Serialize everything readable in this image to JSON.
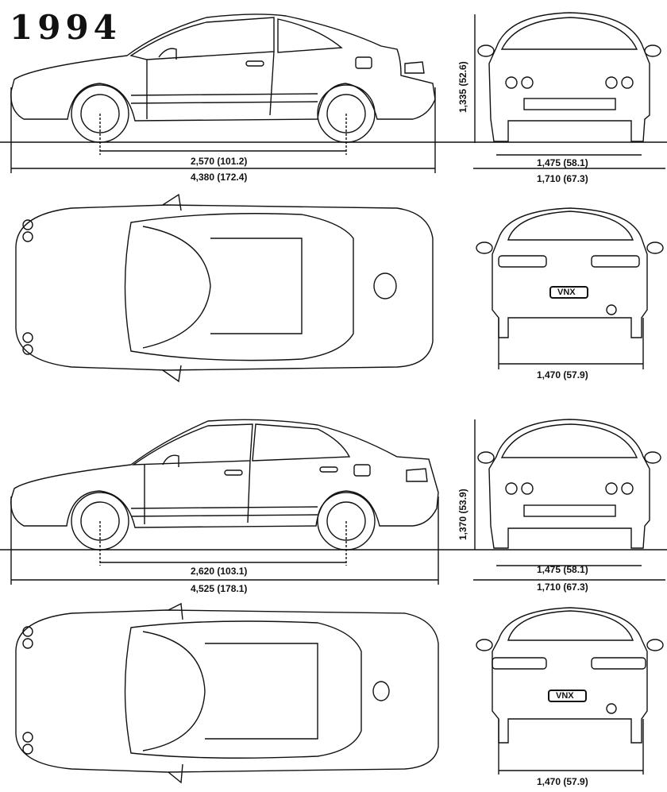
{
  "title": "1994",
  "colors": {
    "line": "#111111",
    "background": "#ffffff"
  },
  "coupe": {
    "side": {
      "wheelbase": "2,570 (101.2)",
      "length": "4,380 (172.4)",
      "height": "1,335 (52.6)"
    },
    "front": {
      "track": "1,475 (58.1)",
      "width": "1,710 (67.3)"
    },
    "rear": {
      "track": "1,470 (57.9)",
      "plate": "VNX"
    }
  },
  "sedan": {
    "side": {
      "wheelbase": "2,620 (103.1)",
      "length": "4,525 (178.1)",
      "height": "1,370 (53.9)"
    },
    "front": {
      "track": "1,475 (58.1)",
      "width": "1,710 (67.3)"
    },
    "rear": {
      "track": "1,470 (57.9)",
      "plate": "VNX"
    }
  }
}
